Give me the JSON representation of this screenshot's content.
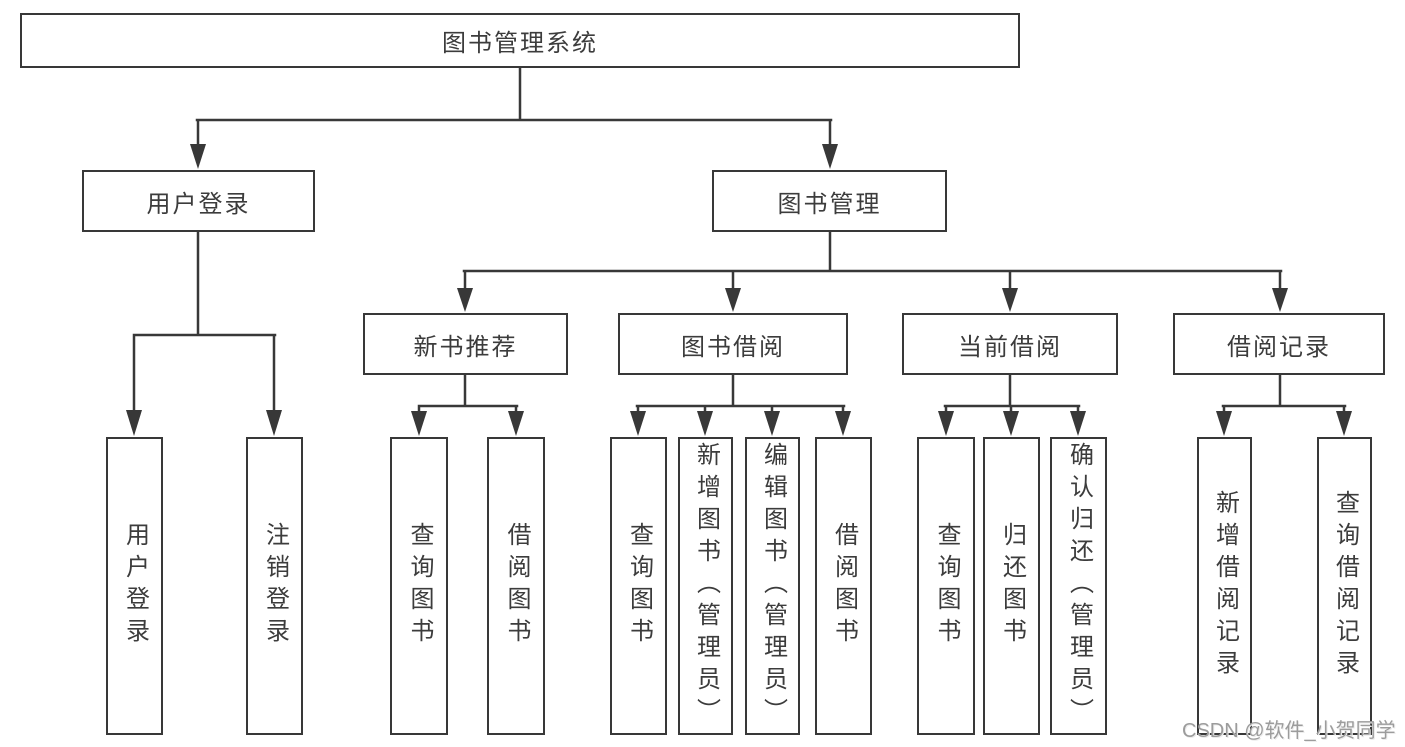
{
  "colors": {
    "line": "#383838",
    "box_border": "#383838",
    "box_fill": "#ffffff",
    "text": "#3c3c3c",
    "watermark": "#9c9c9c",
    "background": "#ffffff"
  },
  "diagram": {
    "root": {
      "label": "图书管理系统"
    },
    "branches": {
      "user_login": {
        "label": "用户登录",
        "children": {
          "login": "用户登录",
          "logout": "注销登录"
        }
      },
      "book_mgmt": {
        "label": "图书管理",
        "children": {
          "new_book": {
            "label": "新书推荐",
            "children": {
              "query": "查询图书",
              "borrow": "借阅图书"
            }
          },
          "borrowing": {
            "label": "图书借阅",
            "children": {
              "query": "查询图书",
              "add": "新增图书（管理员）",
              "edit": "编辑图书（管理员）",
              "borrow": "借阅图书"
            }
          },
          "current": {
            "label": "当前借阅",
            "children": {
              "query": "查询图书",
              "return": "归还图书",
              "confirm": "确认归还（管理员）"
            }
          },
          "records": {
            "label": "借阅记录",
            "children": {
              "add": "新增借阅记录",
              "query": "查询借阅记录"
            }
          }
        }
      }
    }
  },
  "watermark": {
    "text": "CSDN @软件_小贺同学"
  }
}
